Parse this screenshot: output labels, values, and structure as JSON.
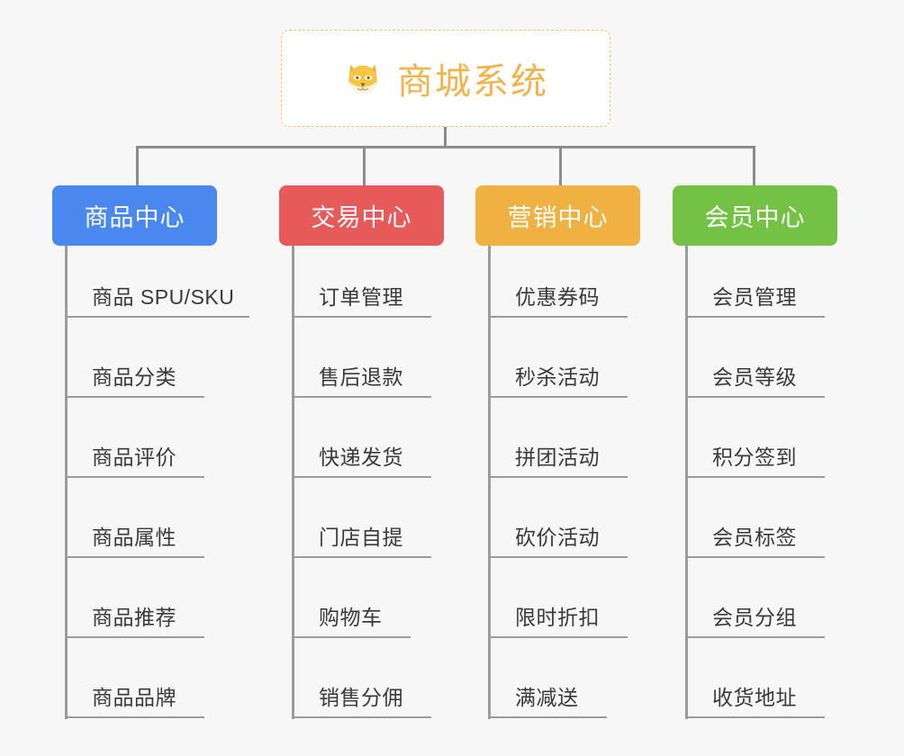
{
  "page": {
    "background": "#f7f7f7",
    "line_color": "#8c8c8c"
  },
  "root": {
    "title": "商城系统",
    "icon": "dog-face-icon",
    "text_color": "#efb44b",
    "border_color": "#f2c46a",
    "background": "#ffffff"
  },
  "branches": [
    {
      "label": "商品中心",
      "color": "#4a88ef",
      "items": [
        "商品 SPU/SKU",
        "商品分类",
        "商品评价",
        "商品属性",
        "商品推荐",
        "商品品牌"
      ]
    },
    {
      "label": "交易中心",
      "color": "#e65a5a",
      "items": [
        "订单管理",
        "售后退款",
        "快递发货",
        "门店自提",
        "购物车",
        "销售分佣"
      ]
    },
    {
      "label": "营销中心",
      "color": "#eeb142",
      "items": [
        "优惠券码",
        "秒杀活动",
        "拼团活动",
        "砍价活动",
        "限时折扣",
        "满减送"
      ]
    },
    {
      "label": "会员中心",
      "color": "#74c244",
      "items": [
        "会员管理",
        "会员等级",
        "积分签到",
        "会员标签",
        "会员分组",
        "收货地址"
      ]
    }
  ]
}
